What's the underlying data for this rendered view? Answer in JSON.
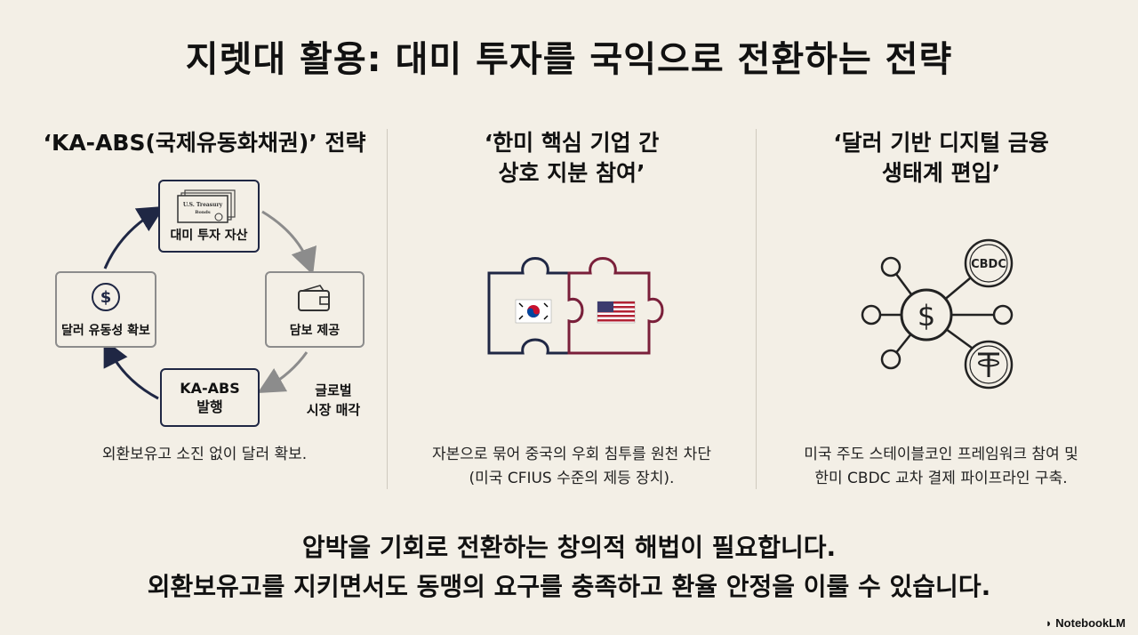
{
  "title": "지렛대 활용: 대미 투자를 국익으로 전환하는 전략",
  "columns": [
    {
      "title_lines": [
        "‘KA-ABS(국제유동화채권)’ 전략"
      ],
      "cycle": {
        "top": "대미 투자 자산",
        "right": "담보 제공",
        "bottom_lines": [
          "KA-ABS",
          "발행"
        ],
        "left": "달러 유동성 확보",
        "sell_lines": [
          "글로벌",
          "시장 매각"
        ],
        "certificate_text": [
          "U.S. Treasury",
          "Bonds"
        ]
      },
      "desc_lines": [
        "외환보유고 소진 없이 달러 확보."
      ]
    },
    {
      "title_lines": [
        "‘한미 핵심 기업 간",
        "상호 지분 참여’"
      ],
      "desc_lines": [
        "자본으로 묶어 중국의 우회 침투를 원천 차단",
        "(미국 CFIUS 수준의 제등 장치)."
      ]
    },
    {
      "title_lines": [
        "‘달러 기반 디지털 금융",
        "생태계 편입’"
      ],
      "network": {
        "badge": "CBDC"
      },
      "desc_lines": [
        "미국 주도 스테이블코인 프레임워크 참여 및",
        "한미 CBDC 교차 결제 파이프라인 구축."
      ]
    }
  ],
  "bottom_lines": [
    "압박을 기회로 전환하는 창의적 해법이 필요합니다.",
    "외환보유고를 지키면서도 동맹의 요구를 충족하고 환율 안정을 이룰 수 있습니다."
  ],
  "brand": "NotebookLM",
  "colors": {
    "navy": "#1f2744",
    "red": "#7a1f3a",
    "gray": "#8c8c8c",
    "bg": "#f3efe6"
  }
}
